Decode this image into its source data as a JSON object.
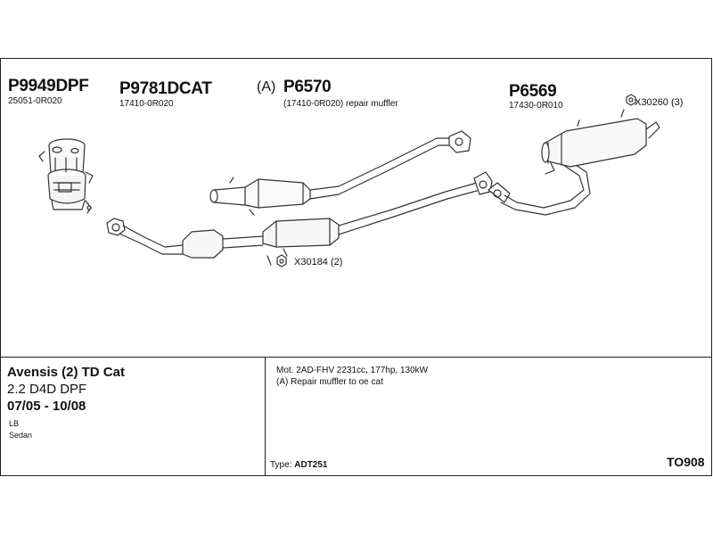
{
  "parts": [
    {
      "number": "P9949DPF",
      "oe": "25051-0R020"
    },
    {
      "number": "P9781DCAT",
      "oe": "17410-0R020"
    },
    {
      "prefix": "(A)",
      "number": "P6570",
      "oe": "(17410-0R020) repair muffler"
    },
    {
      "number": "P6569",
      "oe": "17430-0R010"
    }
  ],
  "fittings": [
    {
      "code": "X30260",
      "qty": "(3)"
    },
    {
      "code": "X30184",
      "qty": "(2)"
    }
  ],
  "vehicle": {
    "model": "Avensis (2) TD Cat",
    "engine": "2.2 D4D DPF",
    "years": "07/05 - 10/08",
    "body_code": "LB",
    "body_type": "Sedan"
  },
  "notes": {
    "motor": "Mot. 2AD-FHV 2231cc, 177hp, 130kW",
    "remark": "(A) Repair muffler to oe cat",
    "type_label": "Type:",
    "type_value": "ADT251"
  },
  "diagram_code": "TO908"
}
